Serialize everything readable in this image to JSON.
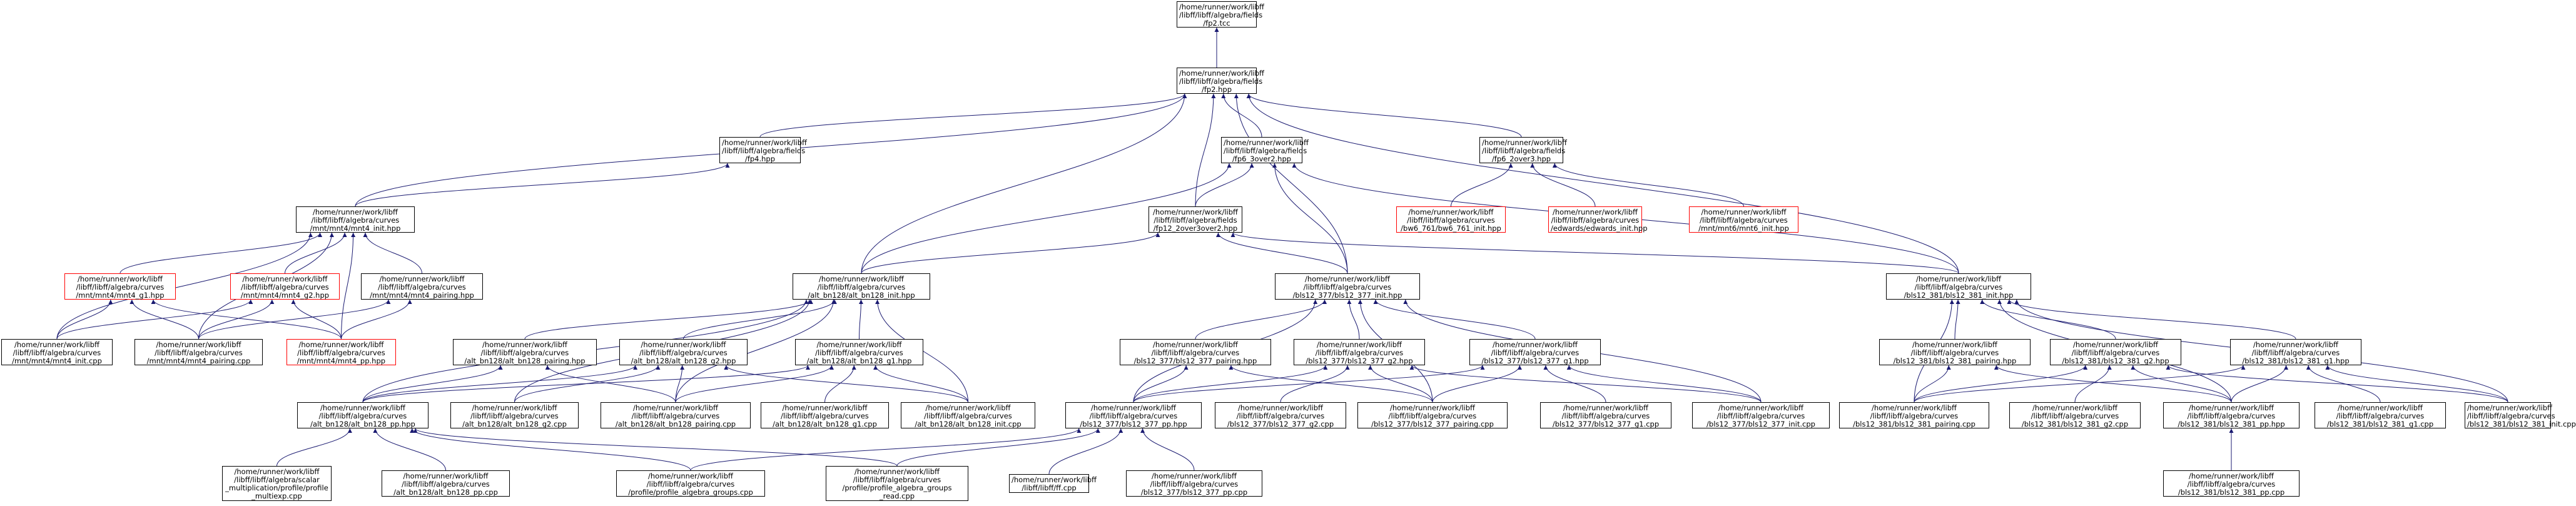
{
  "nodes": {
    "root": {
      "label": "/home/runner/work/libff\n/libff/libff/algebra/fields\n/fp2.tcc",
      "variant": "root"
    },
    "fp2": {
      "label": "/home/runner/work/libff\n/libff/libff/algebra/fields\n/fp2.hpp"
    },
    "fp4": {
      "label": "/home/runner/work/libff\n/libff/libff/algebra/fields\n/fp4.hpp"
    },
    "fp6_2o3": {
      "label": "/home/runner/work/libff\n/libff/libff/algebra/fields\n/fp6_2over3.hpp"
    },
    "fp6_3o2": {
      "label": "/home/runner/work/libff\n/libff/libff/algebra/fields\n/fp6_3over2.hpp"
    },
    "fp12": {
      "label": "/home/runner/work/libff\n/libff/libff/algebra/fields\n/fp12_2over3over2.hpp"
    },
    "bw6": {
      "label": "/home/runner/work/libff\n/libff/libff/algebra/curves\n/bw6_761/bw6_761_init.hpp",
      "variant": "red"
    },
    "edw": {
      "label": "/home/runner/work/libff\n/libff/libff/algebra/curves\n/edwards/edwards_init.hpp",
      "variant": "red"
    },
    "mnt6": {
      "label": "/home/runner/work/libff\n/libff/libff/algebra/curves\n/mnt/mnt6/mnt6_init.hpp",
      "variant": "red"
    },
    "mnt4i": {
      "label": "/home/runner/work/libff\n/libff/libff/algebra/curves\n/mnt/mnt4/mnt4_init.hpp"
    },
    "mnt4g1": {
      "label": "/home/runner/work/libff\n/libff/libff/algebra/curves\n/mnt/mnt4/mnt4_g1.hpp",
      "variant": "red"
    },
    "mnt4g2": {
      "label": "/home/runner/work/libff\n/libff/libff/algebra/curves\n/mnt/mnt4/mnt4_g2.hpp",
      "variant": "red"
    },
    "mnt4pair": {
      "label": "/home/runner/work/libff\n/libff/libff/algebra/curves\n/mnt/mnt4/mnt4_pairing.hpp"
    },
    "mnt4icpp": {
      "label": "/home/runner/work/libff\n/libff/libff/algebra/curves\n/mnt/mnt4/mnt4_init.cpp"
    },
    "mnt4paircpp": {
      "label": "/home/runner/work/libff\n/libff/libff/algebra/curves\n/mnt/mnt4/mnt4_pairing.cpp"
    },
    "mnt4pp": {
      "label": "/home/runner/work/libff\n/libff/libff/algebra/curves\n/mnt/mnt4/mnt4_pp.hpp",
      "variant": "red"
    },
    "bn128i": {
      "label": "/home/runner/work/libff\n/libff/libff/algebra/curves\n/alt_bn128/alt_bn128_init.hpp"
    },
    "bn128pair": {
      "label": "/home/runner/work/libff\n/libff/libff/algebra/curves\n/alt_bn128/alt_bn128_pairing.hpp"
    },
    "bn128g2": {
      "label": "/home/runner/work/libff\n/libff/libff/algebra/curves\n/alt_bn128/alt_bn128_g2.hpp"
    },
    "bn128g1": {
      "label": "/home/runner/work/libff\n/libff/libff/algebra/curves\n/alt_bn128/alt_bn128_g1.hpp"
    },
    "bn128pp": {
      "label": "/home/runner/work/libff\n/libff/libff/algebra/curves\n/alt_bn128/alt_bn128_pp.hpp"
    },
    "bn128g2cpp": {
      "label": "/home/runner/work/libff\n/libff/libff/algebra/curves\n/alt_bn128/alt_bn128_g2.cpp"
    },
    "bn128paircpp": {
      "label": "/home/runner/work/libff\n/libff/libff/algebra/curves\n/alt_bn128/alt_bn128_pairing.cpp"
    },
    "bn128g1cpp": {
      "label": "/home/runner/work/libff\n/libff/libff/algebra/curves\n/alt_bn128/alt_bn128_g1.cpp"
    },
    "bn128icpp": {
      "label": "/home/runner/work/libff\n/libff/libff/algebra/curves\n/alt_bn128/alt_bn128_init.cpp"
    },
    "multiexp": {
      "label": "/home/runner/work/libff\n/libff/libff/algebra/scalar\n_multiplication/profile/profile\n_multiexp.cpp"
    },
    "bn128ppcpp": {
      "label": "/home/runner/work/libff\n/libff/libff/algebra/curves\n/alt_bn128/alt_bn128_pp.cpp"
    },
    "profgroups": {
      "label": "/home/runner/work/libff\n/libff/libff/algebra/curves\n/profile/profile_algebra_groups.cpp"
    },
    "profgroupsread": {
      "label": "/home/runner/work/libff\n/libff/libff/algebra/curves\n/profile/profile_algebra_groups\n_read.cpp"
    },
    "ffcpp": {
      "label": "/home/runner/work/libff\n/libff/libff/ff.cpp"
    },
    "b377ppcpp": {
      "label": "/home/runner/work/libff\n/libff/libff/algebra/curves\n/bls12_377/bls12_377_pp.cpp"
    },
    "b377i": {
      "label": "/home/runner/work/libff\n/libff/libff/algebra/curves\n/bls12_377/bls12_377_init.hpp"
    },
    "b377pair": {
      "label": "/home/runner/work/libff\n/libff/libff/algebra/curves\n/bls12_377/bls12_377_pairing.hpp"
    },
    "b377g2": {
      "label": "/home/runner/work/libff\n/libff/libff/algebra/curves\n/bls12_377/bls12_377_g2.hpp"
    },
    "b377g1": {
      "label": "/home/runner/work/libff\n/libff/libff/algebra/curves\n/bls12_377/bls12_377_g1.hpp"
    },
    "b377pp": {
      "label": "/home/runner/work/libff\n/libff/libff/algebra/curves\n/bls12_377/bls12_377_pp.hpp"
    },
    "b377g2cpp": {
      "label": "/home/runner/work/libff\n/libff/libff/algebra/curves\n/bls12_377/bls12_377_g2.cpp"
    },
    "b377paircpp": {
      "label": "/home/runner/work/libff\n/libff/libff/algebra/curves\n/bls12_377/bls12_377_pairing.cpp"
    },
    "b377g1cpp": {
      "label": "/home/runner/work/libff\n/libff/libff/algebra/curves\n/bls12_377/bls12_377_g1.cpp"
    },
    "b377icpp": {
      "label": "/home/runner/work/libff\n/libff/libff/algebra/curves\n/bls12_377/bls12_377_init.cpp"
    },
    "b381i": {
      "label": "/home/runner/work/libff\n/libff/libff/algebra/curves\n/bls12_381/bls12_381_init.hpp"
    },
    "b381pair": {
      "label": "/home/runner/work/libff\n/libff/libff/algebra/curves\n/bls12_381/bls12_381_pairing.hpp"
    },
    "b381g2": {
      "label": "/home/runner/work/libff\n/libff/libff/algebra/curves\n/bls12_381/bls12_381_g2.hpp"
    },
    "b381g1": {
      "label": "/home/runner/work/libff\n/libff/libff/algebra/curves\n/bls12_381/bls12_381_g1.hpp"
    },
    "b381paircpp": {
      "label": "/home/runner/work/libff\n/libff/libff/algebra/curves\n/bls12_381/bls12_381_pairing.cpp"
    },
    "b381g2cpp": {
      "label": "/home/runner/work/libff\n/libff/libff/algebra/curves\n/bls12_381/bls12_381_g2.cpp"
    },
    "b381pp": {
      "label": "/home/runner/work/libff\n/libff/libff/algebra/curves\n/bls12_381/bls12_381_pp.hpp"
    },
    "b381g1cpp": {
      "label": "/home/runner/work/libff\n/libff/libff/algebra/curves\n/bls12_381/bls12_381_g1.cpp"
    },
    "b381icpp": {
      "label": "/home/runner/work/libff\n/libff/libff/algebra/curves\n/bls12_381/bls12_381_init.cpp"
    },
    "b381ppcpp": {
      "label": "/home/runner/work/libff\n/libff/libff/algebra/curves\n/bls12_381/bls12_381_pp.cpp"
    }
  },
  "edges": [
    [
      "fp2",
      "root"
    ],
    [
      "fp4",
      "fp2"
    ],
    [
      "fp6_3o2",
      "fp2"
    ],
    [
      "fp6_2o3",
      "fp2"
    ],
    [
      "fp12",
      "fp2"
    ],
    [
      "mnt4i",
      "fp2"
    ],
    [
      "bn128i",
      "fp2"
    ],
    [
      "b377i",
      "fp2"
    ],
    [
      "b381i",
      "fp2"
    ],
    [
      "bw6",
      "fp6_2o3"
    ],
    [
      "edw",
      "fp6_2o3"
    ],
    [
      "mnt6",
      "fp6_2o3"
    ],
    [
      "fp12",
      "fp6_3o2"
    ],
    [
      "bn128i",
      "fp6_3o2"
    ],
    [
      "b377i",
      "fp6_3o2"
    ],
    [
      "b381i",
      "fp6_3o2"
    ],
    [
      "bn128i",
      "fp12"
    ],
    [
      "b377i",
      "fp12"
    ],
    [
      "b381i",
      "fp12"
    ],
    [
      "mnt4i",
      "fp4"
    ],
    [
      "mnt4g1",
      "mnt4i"
    ],
    [
      "mnt4g2",
      "mnt4i"
    ],
    [
      "mnt4pair",
      "mnt4i"
    ],
    [
      "mnt4icpp",
      "mnt4i"
    ],
    [
      "mnt4paircpp",
      "mnt4i"
    ],
    [
      "mnt4pp",
      "mnt4i"
    ],
    [
      "mnt4icpp",
      "mnt4g1"
    ],
    [
      "mnt4paircpp",
      "mnt4g1"
    ],
    [
      "mnt4pp",
      "mnt4g1"
    ],
    [
      "mnt4icpp",
      "mnt4g2"
    ],
    [
      "mnt4paircpp",
      "mnt4g2"
    ],
    [
      "mnt4pp",
      "mnt4g2"
    ],
    [
      "mnt4paircpp",
      "mnt4pair"
    ],
    [
      "mnt4pp",
      "mnt4pair"
    ],
    [
      "bn128pair",
      "bn128i"
    ],
    [
      "bn128g2",
      "bn128i"
    ],
    [
      "bn128g1",
      "bn128i"
    ],
    [
      "bn128pp",
      "bn128i"
    ],
    [
      "bn128g2cpp",
      "bn128i"
    ],
    [
      "bn128paircpp",
      "bn128i"
    ],
    [
      "bn128icpp",
      "bn128i"
    ],
    [
      "bn128pp",
      "bn128pair"
    ],
    [
      "bn128paircpp",
      "bn128pair"
    ],
    [
      "bn128pp",
      "bn128g2"
    ],
    [
      "bn128g2cpp",
      "bn128g2"
    ],
    [
      "bn128paircpp",
      "bn128g2"
    ],
    [
      "bn128icpp",
      "bn128g2"
    ],
    [
      "bn128pp",
      "bn128g1"
    ],
    [
      "bn128g1cpp",
      "bn128g1"
    ],
    [
      "bn128paircpp",
      "bn128g1"
    ],
    [
      "bn128icpp",
      "bn128g1"
    ],
    [
      "multiexp",
      "bn128pp"
    ],
    [
      "bn128ppcpp",
      "bn128pp"
    ],
    [
      "profgroups",
      "bn128pp"
    ],
    [
      "profgroupsread",
      "bn128pp"
    ],
    [
      "b377pair",
      "b377i"
    ],
    [
      "b377g2",
      "b377i"
    ],
    [
      "b377g1",
      "b377i"
    ],
    [
      "b377pp",
      "b377i"
    ],
    [
      "b377paircpp",
      "b377i"
    ],
    [
      "b377icpp",
      "b377i"
    ],
    [
      "b377pp",
      "b377pair"
    ],
    [
      "b377paircpp",
      "b377pair"
    ],
    [
      "b377pp",
      "b377g2"
    ],
    [
      "b377g2cpp",
      "b377g2"
    ],
    [
      "b377paircpp",
      "b377g2"
    ],
    [
      "b377icpp",
      "b377g2"
    ],
    [
      "b377pp",
      "b377g1"
    ],
    [
      "b377g1cpp",
      "b377g1"
    ],
    [
      "b377paircpp",
      "b377g1"
    ],
    [
      "b377icpp",
      "b377g1"
    ],
    [
      "profgroups",
      "b377pp"
    ],
    [
      "profgroupsread",
      "b377pp"
    ],
    [
      "ffcpp",
      "b377pp"
    ],
    [
      "b377ppcpp",
      "b377pp"
    ],
    [
      "b381pair",
      "b381i"
    ],
    [
      "b381g2",
      "b381i"
    ],
    [
      "b381g1",
      "b381i"
    ],
    [
      "b381pp",
      "b381i"
    ],
    [
      "b381paircpp",
      "b381i"
    ],
    [
      "b381icpp",
      "b381i"
    ],
    [
      "b381pp",
      "b381pair"
    ],
    [
      "b381paircpp",
      "b381pair"
    ],
    [
      "b381pp",
      "b381g2"
    ],
    [
      "b381g2cpp",
      "b381g2"
    ],
    [
      "b381paircpp",
      "b381g2"
    ],
    [
      "b381icpp",
      "b381g2"
    ],
    [
      "b381pp",
      "b381g1"
    ],
    [
      "b381g1cpp",
      "b381g1"
    ],
    [
      "b381paircpp",
      "b381g1"
    ],
    [
      "b381icpp",
      "b381g1"
    ],
    [
      "b381ppcpp",
      "b381pp"
    ]
  ],
  "colors": {
    "edge": "#191970",
    "node_border": "#000000",
    "red_border": "#ff0000",
    "root_fill": "#bfbfbf"
  }
}
